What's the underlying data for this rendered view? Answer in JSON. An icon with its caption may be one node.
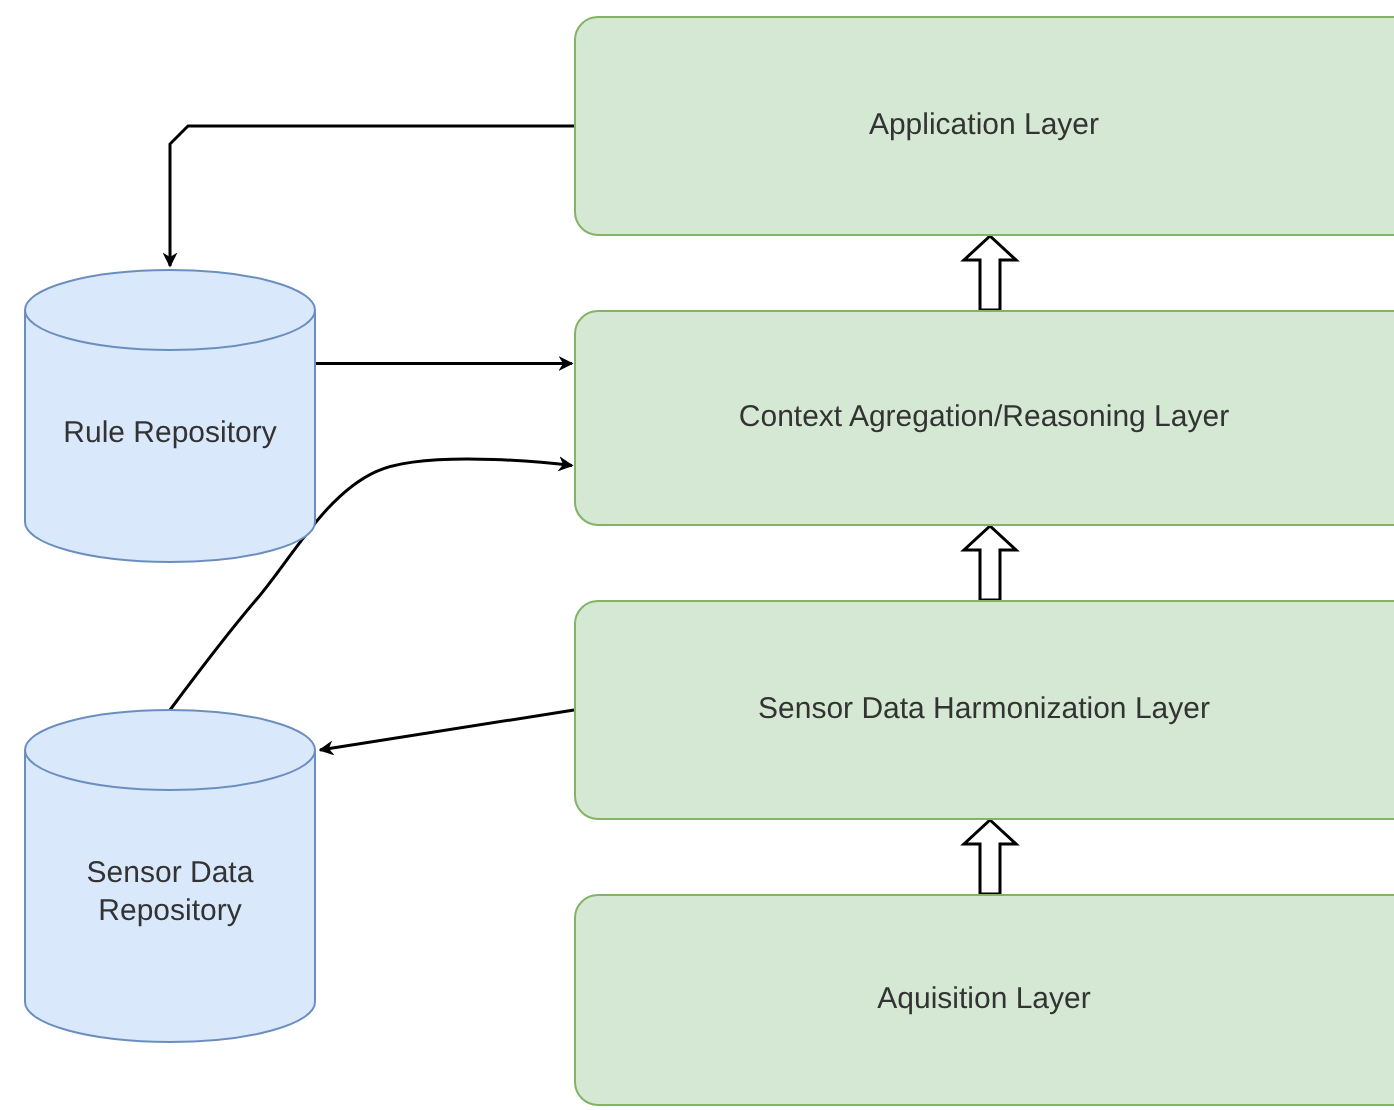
{
  "diagram": {
    "nodes": [
      {
        "text": [
          "Application Layer"
        ]
      },
      {
        "text": [
          "Rule Repository"
        ]
      },
      {
        "text": [
          "Context Agregation/Reasoning Layer"
        ]
      },
      {
        "text": [
          "Sensor Data Repository"
        ]
      },
      {
        "text": [
          "Sensor Data Harmonization Layer"
        ]
      },
      {
        "text": [
          "Aquisition Layer"
        ]
      }
    ],
    "edges": [
      {
        "from": 0,
        "to": 1,
        "arrow": "to"
      },
      {
        "from": 1,
        "to": 2,
        "arrow": "to"
      },
      {
        "from": 3,
        "to": 2,
        "arrow": "to"
      },
      {
        "from": 4,
        "to": 3,
        "arrow": "to"
      },
      {
        "from": 2,
        "to": 0,
        "arrow": "to",
        "style": "thick"
      },
      {
        "from": 4,
        "to": 2,
        "arrow": "to",
        "style": "thick"
      },
      {
        "from": 5,
        "to": 4,
        "arrow": "to",
        "style": "thick"
      }
    ]
  }
}
